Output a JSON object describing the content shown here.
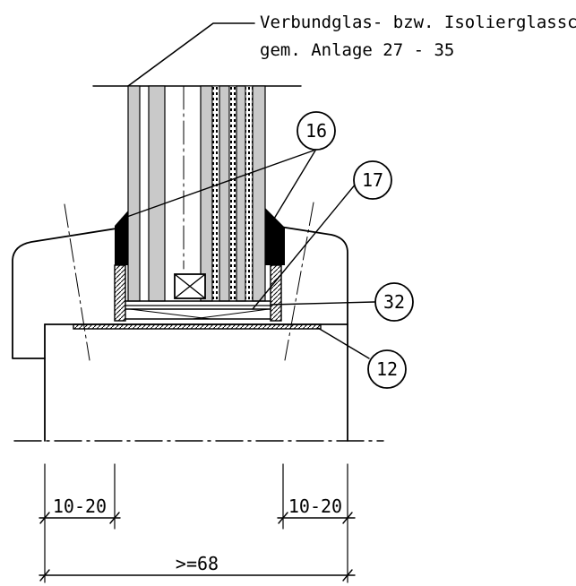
{
  "callout": {
    "line1": "Verbundglas- bzw. Isolierglasscheiben",
    "line2": "gem. Anlage 27 - 35"
  },
  "markers": {
    "m16": "16",
    "m17": "17",
    "m32": "32",
    "m12": "12"
  },
  "dimensions": {
    "left_clearance": "10-20",
    "right_clearance": "10-20",
    "total_width": ">=68"
  }
}
